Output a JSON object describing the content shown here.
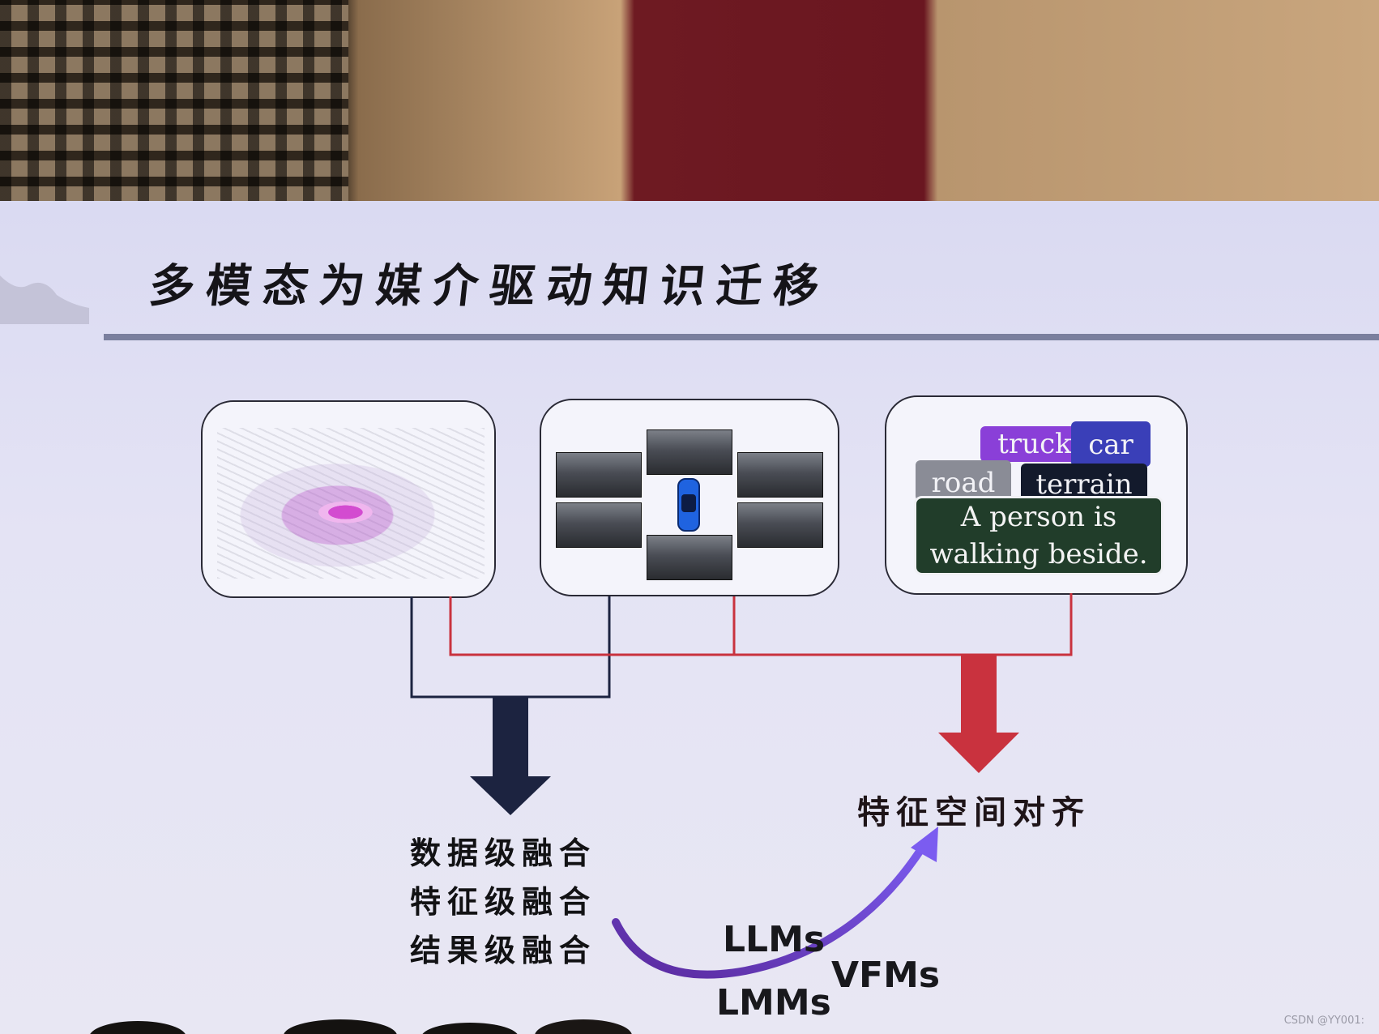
{
  "title": "多模态为媒介驱动知识迁移",
  "tags": {
    "truck": "truck",
    "car": "car",
    "road": "road",
    "terrain": "terrain"
  },
  "caption": {
    "line1": "A person is",
    "line2": "walking beside."
  },
  "fusion_labels": [
    "数据级融合",
    "特征级融合",
    "结果级融合"
  ],
  "alignment_label": "特征空间对齐",
  "models": {
    "llms": "LLMs",
    "vfms": "VFMs",
    "lmms": "LMMs"
  },
  "watermark": "CSDN @YY001:",
  "colors": {
    "navy_arrow": "#1c2340",
    "red_arrow": "#c9323e",
    "purple_curve": "#6a3fc6",
    "title_rule": "#7a7f9e"
  }
}
